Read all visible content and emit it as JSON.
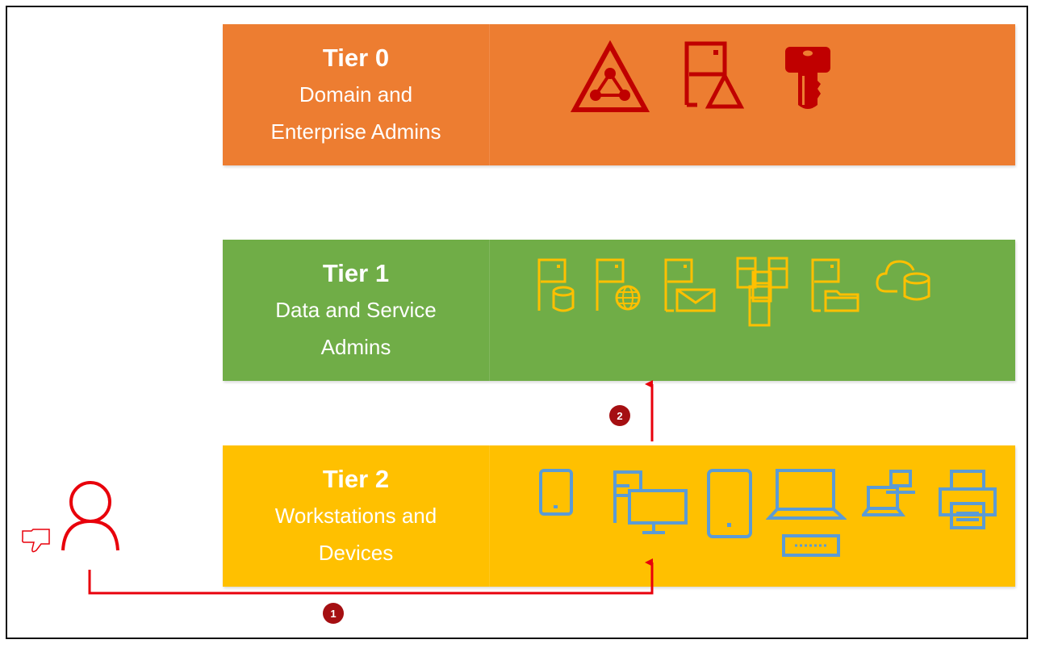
{
  "tiers": [
    {
      "title": "Tier 0",
      "line1": "Domain and",
      "line2": "Enterprise Admins",
      "color": "#ED7D31",
      "icons": [
        "active-directory-icon",
        "domain-controller-icon",
        "key-icon"
      ]
    },
    {
      "title": "Tier 1",
      "line1": "Data and Service",
      "line2": "Admins",
      "color": "#70AD47",
      "icons": [
        "database-server-icon",
        "web-server-icon",
        "mail-server-icon",
        "server-cluster-icon",
        "file-server-icon",
        "cloud-database-icon"
      ]
    },
    {
      "title": "Tier 2",
      "line1": "Workstations and",
      "line2": "Devices",
      "color": "#FFC000",
      "icons": [
        "tablet-icon",
        "desktop-computer-icon",
        "phone-icon",
        "laptop-icon",
        "remote-workstation-icon",
        "printer-icon"
      ]
    }
  ],
  "steps": [
    {
      "number": "1"
    },
    {
      "number": "2"
    }
  ],
  "colors": {
    "attack_path": "#E8000B",
    "badge": "#A50F12",
    "tier0_icons": "#C00000",
    "tier1_icons": "#FFC000",
    "tier2_icons": "#5B9BD5"
  }
}
